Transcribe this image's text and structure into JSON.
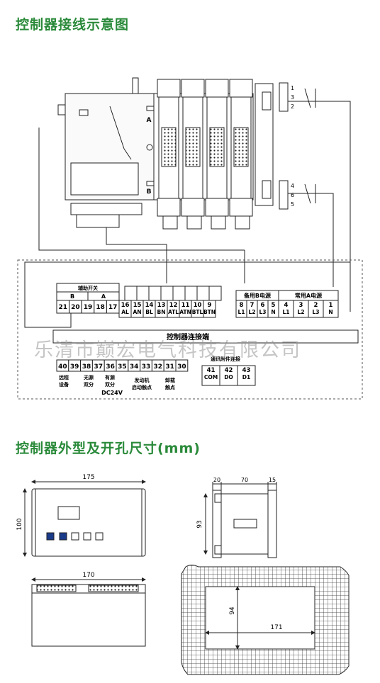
{
  "titles": {
    "wiring": "控制器接线示意图",
    "dimensions": "控制器外型及开孔尺寸(mm)"
  },
  "watermark": "乐清市巅宏电气科技有限公司",
  "switch": {
    "label_a": "A",
    "label_b": "B",
    "top_contacts": [
      "1",
      "3",
      "2"
    ],
    "bottom_contacts": [
      "4",
      "6",
      "5"
    ]
  },
  "terminal_block": {
    "aux_switch_title": "辅助开关",
    "aux_b": "B",
    "aux_a": "A",
    "aux_terminals": [
      "21",
      "20",
      "19",
      "18",
      "17"
    ],
    "phase_terminals": [
      {
        "num": "16",
        "label": "AL"
      },
      {
        "num": "15",
        "label": "AN"
      },
      {
        "num": "14",
        "label": "BL"
      },
      {
        "num": "13",
        "label": "BN"
      },
      {
        "num": "12",
        "label": "ATL"
      },
      {
        "num": "11",
        "label": "ATN"
      },
      {
        "num": "10",
        "label": "BTL"
      },
      {
        "num": "9",
        "label": "BTN"
      }
    ],
    "standby_title": "备用B电源",
    "normal_title": "常用A电源",
    "standby_terminals": [
      {
        "num": "8",
        "label": "L1"
      },
      {
        "num": "7",
        "label": "L2"
      },
      {
        "num": "6",
        "label": "L3"
      },
      {
        "num": "5",
        "label": "N"
      }
    ],
    "normal_terminals": [
      {
        "num": "4",
        "label": "L1"
      },
      {
        "num": "3",
        "label": "L2"
      },
      {
        "num": "2",
        "label": "L3"
      },
      {
        "num": "1",
        "label": "N"
      }
    ],
    "connector_label": "控制器连接端",
    "lower_terminals": [
      "40",
      "39",
      "38",
      "37",
      "36",
      "35",
      "34",
      "33",
      "32",
      "31",
      "30"
    ],
    "remote_label": [
      "远程",
      "设备"
    ],
    "nosource_label": [
      "无源",
      "双分"
    ],
    "source_label": [
      "有源",
      "双分"
    ],
    "dc_label": "DC24V",
    "generator_label": [
      "发动机",
      "启动触点"
    ],
    "unload_label": [
      "卸载",
      "触点"
    ],
    "comm_title": "通讯附件连接",
    "comm_terminals": [
      {
        "num": "41",
        "label": "COM"
      },
      {
        "num": "42",
        "label": "DO"
      },
      {
        "num": "43",
        "label": "D1"
      }
    ]
  },
  "dimensions": {
    "front_width": "175",
    "front_height": "100",
    "side_depths": [
      "20",
      "70",
      "15"
    ],
    "side_height": "93",
    "bottom_width": "170",
    "cutout_width": "171",
    "cutout_height": "94"
  },
  "colors": {
    "title_green": "#2a8a3a",
    "line": "#222222",
    "panel_grey": "#e8e8e8",
    "keypad_blue": "#1a3a8a"
  }
}
